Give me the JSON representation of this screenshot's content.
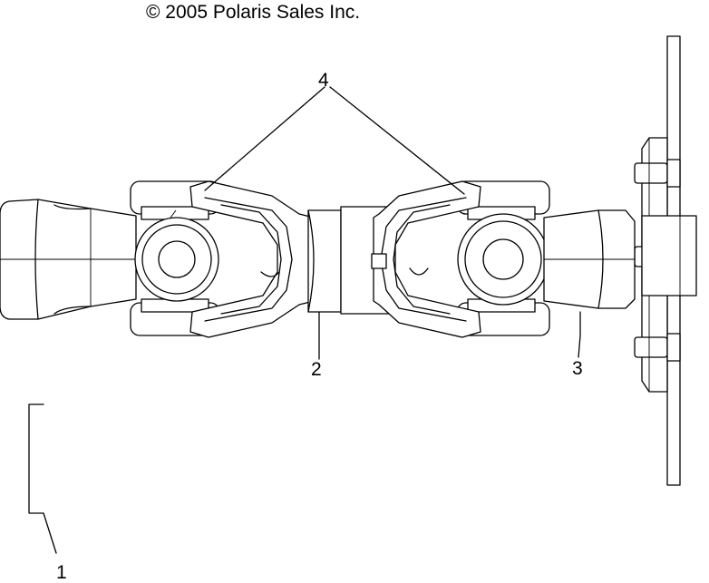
{
  "header": {
    "copyright": "© 2005 Polaris Sales Inc."
  },
  "callouts": [
    {
      "id": "1",
      "label": "1"
    },
    {
      "id": "2",
      "label": "2"
    },
    {
      "id": "3",
      "label": "3"
    },
    {
      "id": "4",
      "label": "4"
    }
  ]
}
